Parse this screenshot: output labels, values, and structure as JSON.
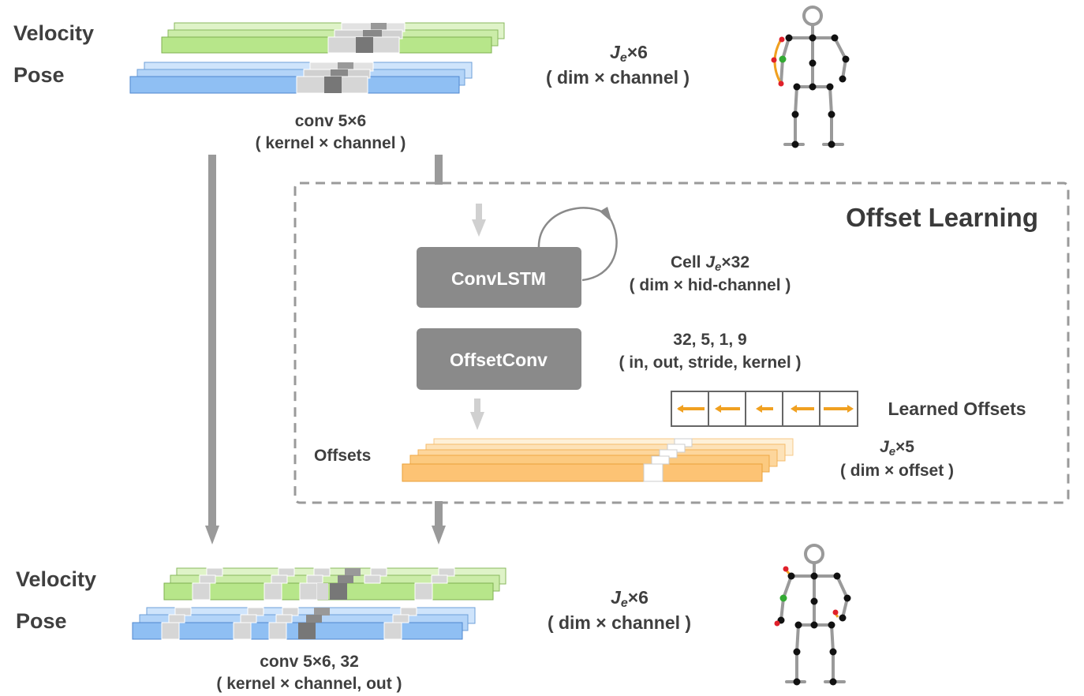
{
  "top": {
    "velocity_label": "Velocity",
    "pose_label": "Pose",
    "dims_prefix": "J",
    "dims_sub": "e",
    "dims_suffix": "×6",
    "dims_desc": "( dim × channel )",
    "conv_line1": "conv 5×6",
    "conv_line2": "( kernel × channel )"
  },
  "offset_learning": {
    "title": "Offset Learning",
    "convlstm_label": "ConvLSTM",
    "cell_prefix": "Cell ",
    "cell_j": "J",
    "cell_sub": "e",
    "cell_suffix": "×32",
    "cell_desc": "( dim × hid-channel )",
    "offsetconv_label": "OffsetConv",
    "offsetconv_params": "32, 5, 1, 9",
    "offsetconv_desc": "( in, out, stride, kernel )",
    "learned_offsets_label": "Learned Offsets",
    "offsets_label": "Offsets",
    "offsets_j": "J",
    "offsets_sub": "e",
    "offsets_suffix": "×5",
    "offsets_desc": "( dim × offset )"
  },
  "bottom": {
    "velocity_label": "Velocity",
    "pose_label": "Pose",
    "dims_j": "J",
    "dims_sub": "e",
    "dims_suffix": "×6",
    "dims_desc": "( dim × channel )",
    "conv_line1": "conv 5×6, 32",
    "conv_line2": "( kernel × channel, out )"
  },
  "colors": {
    "green": "#b7e68a",
    "green_light": "#dff3c8",
    "blue": "#8fbff3",
    "blue_light": "#cfe4fb",
    "orange": "#fdc374",
    "orange_light": "#fde2b8",
    "box_gray": "#8a8a8a",
    "arrow_gray": "#9a9a9a",
    "offset_arrow": "#f0a020"
  }
}
